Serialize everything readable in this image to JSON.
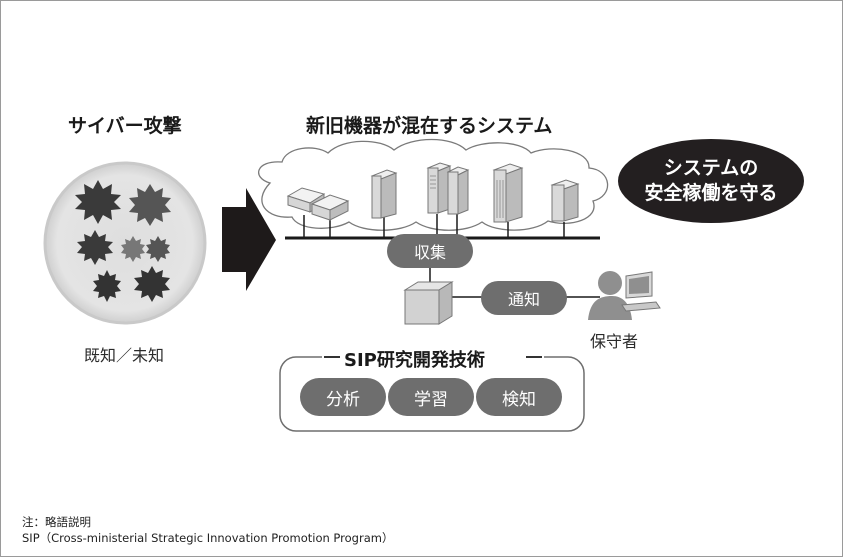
{
  "cyber": {
    "title": "サイバー攻撃",
    "caption": "既知／未知"
  },
  "system": {
    "title": "新旧機器が混在するシステム"
  },
  "goal": {
    "line1": "システムの",
    "line2": "安全稼働を守る"
  },
  "flow": {
    "collect": "収集",
    "notify": "通知",
    "maintainer": "保守者"
  },
  "sip": {
    "title": "SIP研究開発技術",
    "items": [
      "分析",
      "学習",
      "検知"
    ]
  },
  "notes": {
    "line1": "注：略語説明",
    "line2": "SIP（Cross-ministerial Strategic Innovation Promotion Program）"
  },
  "colors": {
    "dark": "#231f20",
    "pill": "#6e6e6e",
    "border": "#9a9a9a"
  }
}
